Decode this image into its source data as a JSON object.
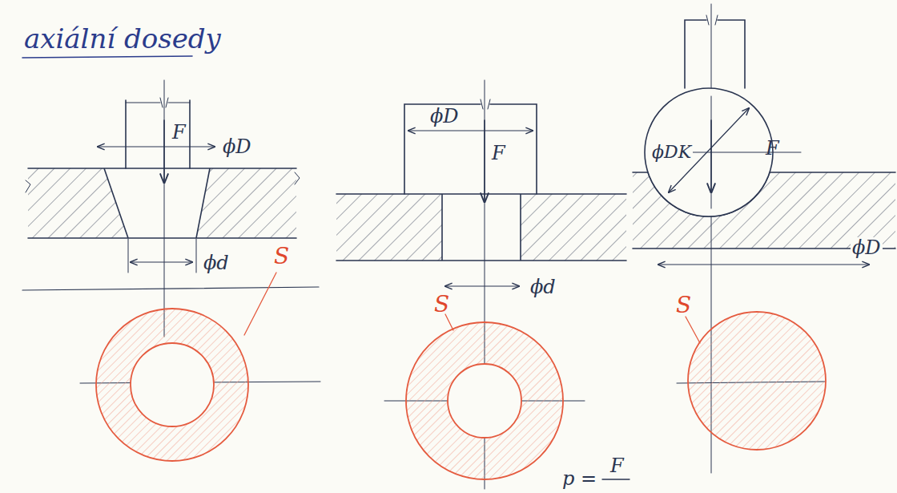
{
  "diagram": {
    "title": "axiální dosedy",
    "labels": [
      "ϕD",
      "F",
      "ϕd",
      "S",
      "ϕD",
      "F",
      "ϕd",
      "S",
      "ϕDK",
      "F",
      "ϕD",
      "S",
      "p =",
      "F"
    ]
  }
}
